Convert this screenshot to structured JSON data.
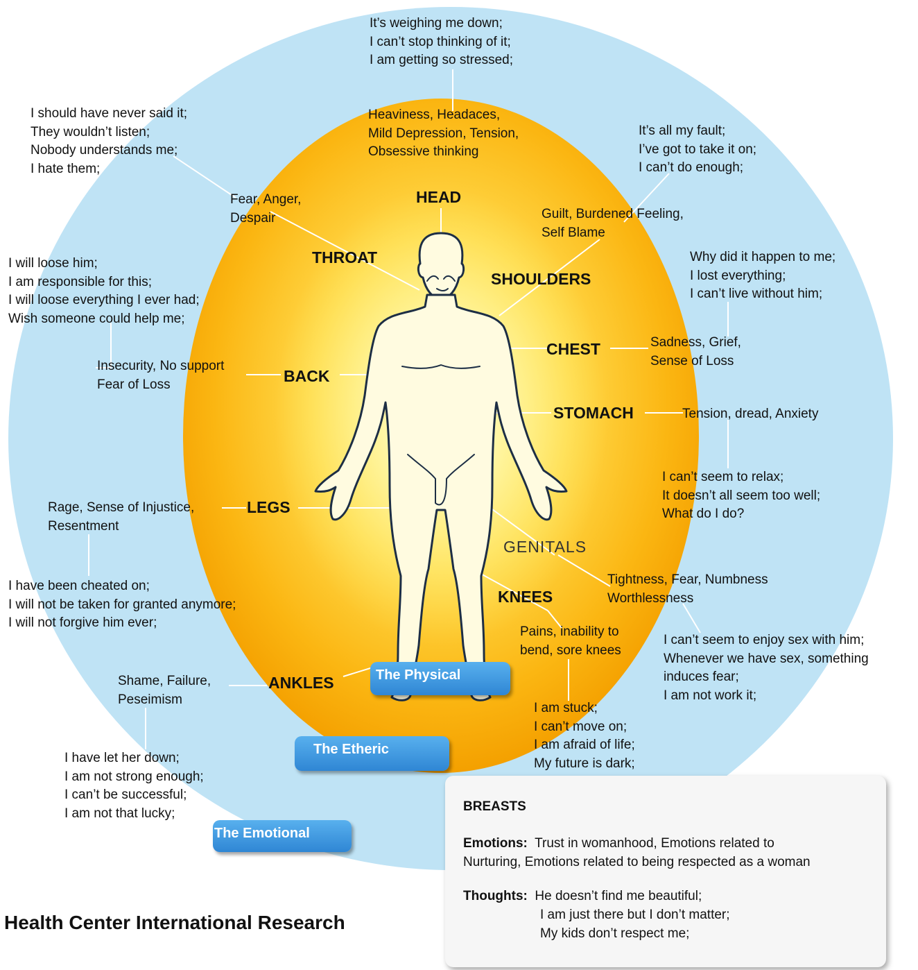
{
  "colors": {
    "outer_ring": "#bfe3f5",
    "inner_oval_center": "#fff4a0",
    "inner_oval_edge": "#f5a400",
    "button": "#3a92dc",
    "leader_line": "#ffffff"
  },
  "top_thoughts": "It’s weighing me down;\nI can’t stop thinking of it;\nI am getting so stressed;",
  "head_emotions": "Heaviness, Headaces,\nMild Depression, Tension,\nObsessive thinking",
  "throat_thoughts": "I should have never said it;\nThey wouldn’t listen;\nNobody understands me;\nI hate them;",
  "shoulders_thoughts": "It’s all my fault;\nI’ve got to take it on;\nI can’t do enough;",
  "throat_emotions": "Fear, Anger,\nDespair",
  "shoulders_emotions": "Guilt, Burdened Feeling,\nSelf Blame",
  "back_thoughts": "I will loose him;\nI am responsible for this;\nI will loose everything I ever had;\nWish someone could help me;",
  "chest_thoughts": "Why did it happen to me;\nI lost everything;\nI can’t live without him;",
  "back_emotions": "Insecurity, No support\nFear of Loss",
  "chest_emotions": "Sadness, Grief,\nSense of Loss",
  "stomach_emotions": "Tension, dread, Anxiety",
  "stomach_thoughts": "I can’t seem to relax;\nIt doesn’t all seem too well;\nWhat do I do?",
  "legs_emotions": "Rage, Sense of Injustice,\nResentment",
  "legs_thoughts": "I have been cheated on;\nI will not be taken for granted anymore;\nI will not forgive him ever;",
  "genitals_emotions": "Tightness, Fear, Numbness\nWorthlessness",
  "genitals_thoughts": "I can’t seem to enjoy sex with him;\nWhenever we have sex, something\ninduces fear;\nI am not work it;",
  "knees_emotions": "Pains, inability to\nbend, sore knees",
  "knees_thoughts": "I am stuck;\nI can’t move on;\nI am afraid of life;\nMy future is dark;",
  "ankles_emotions": "Shame, Failure,\nPeseimism",
  "ankles_thoughts": "I have let her down;\nI am not strong enough;\nI can’t be successful;\nI am not that lucky;",
  "body_labels": {
    "head": "HEAD",
    "throat": "THROAT",
    "shoulders": "SHOULDERS",
    "chest": "CHEST",
    "back": "BACK",
    "stomach": "STOMACH",
    "legs": "LEGS",
    "genitals": "GENITALS",
    "knees": "KNEES",
    "ankles": "ANKLES"
  },
  "buttons": {
    "physical": "The Physical",
    "etheric": "The Etheric",
    "emotional": "The Emotional"
  },
  "breasts_box": {
    "title": "BREASTS",
    "emotions_label": "Emotions:",
    "emotions_line1": "Trust in womanhood, Emotions related to",
    "emotions_line2": "Nurturing, Emotions related to being respected as a woman",
    "thoughts_label": "Thoughts:",
    "thoughts_line1": "He doesn’t find me beautiful;",
    "thoughts_line2": "I am just there but I don’t matter;",
    "thoughts_line3": "My kids don’t respect me;"
  },
  "footer": "Health Center International Research"
}
